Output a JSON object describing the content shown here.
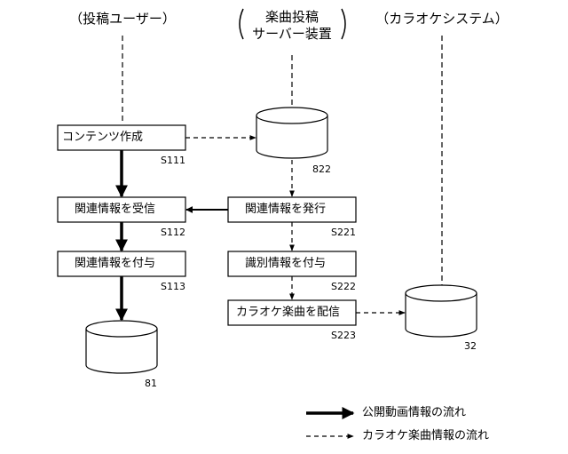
{
  "columns": {
    "user": "（投稿ユーザー）",
    "server_line1": "楽曲投稿",
    "server_line2": "サーバー装置",
    "karaoke": "（カラオケシステム）"
  },
  "boxes": {
    "content_create": "コンテンツ作成",
    "receive_related": "関連情報を受信",
    "attach_related": "関連情報を付与",
    "issue_related": "関連情報を発行",
    "attach_identification": "識別情報を付与",
    "deliver_karaoke": "カラオケ楽曲を配信"
  },
  "steps": {
    "s111": "S111",
    "s112": "S112",
    "s113": "S113",
    "s221": "S221",
    "s222": "S222",
    "s223": "S223"
  },
  "storage": {
    "db822": "822",
    "db81": "81",
    "db32": "32"
  },
  "legend": {
    "solid": "公開動画情報の流れ",
    "dashed": "カラオケ楽曲情報の流れ"
  }
}
